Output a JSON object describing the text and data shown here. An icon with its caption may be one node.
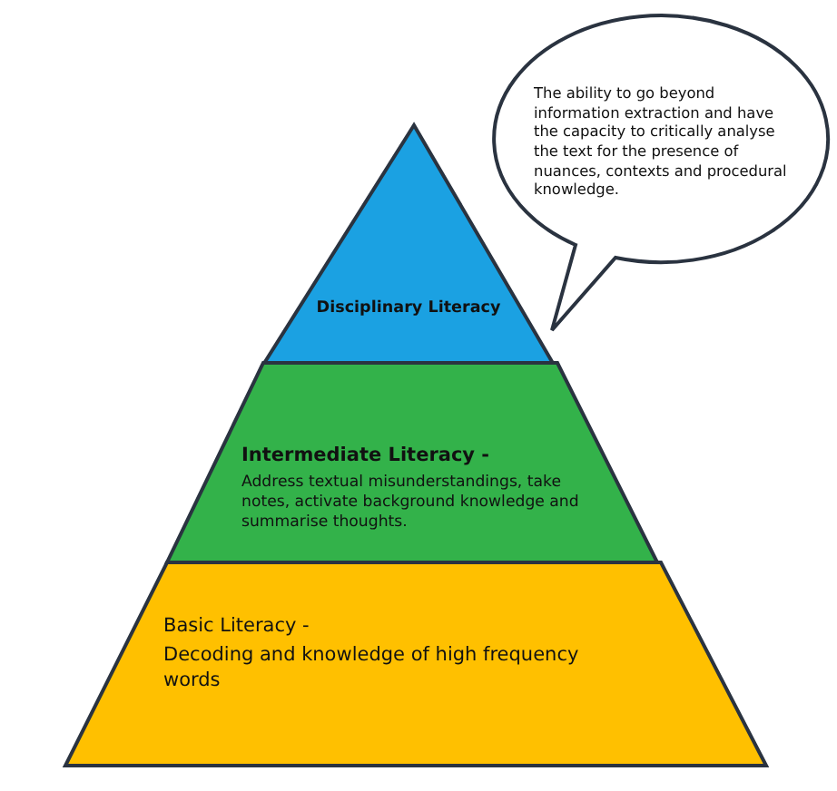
{
  "diagram": {
    "nodes": [
      {
        "text": [
          "The ability to go beyond information extraction and have the capacity to critically analyse the text for the presence of nuances, contexts and procedural knowledge."
        ]
      },
      {
        "text": [
          "Disciplinary Literacy"
        ]
      },
      {
        "text": [
          "Intermediate Literacy -",
          "Address textual misunderstandings, take notes, activate background knowledge and summarise thoughts."
        ]
      },
      {
        "text": [
          "Basic Literacy -",
          "Decoding and knowledge of high frequency words"
        ]
      }
    ]
  }
}
